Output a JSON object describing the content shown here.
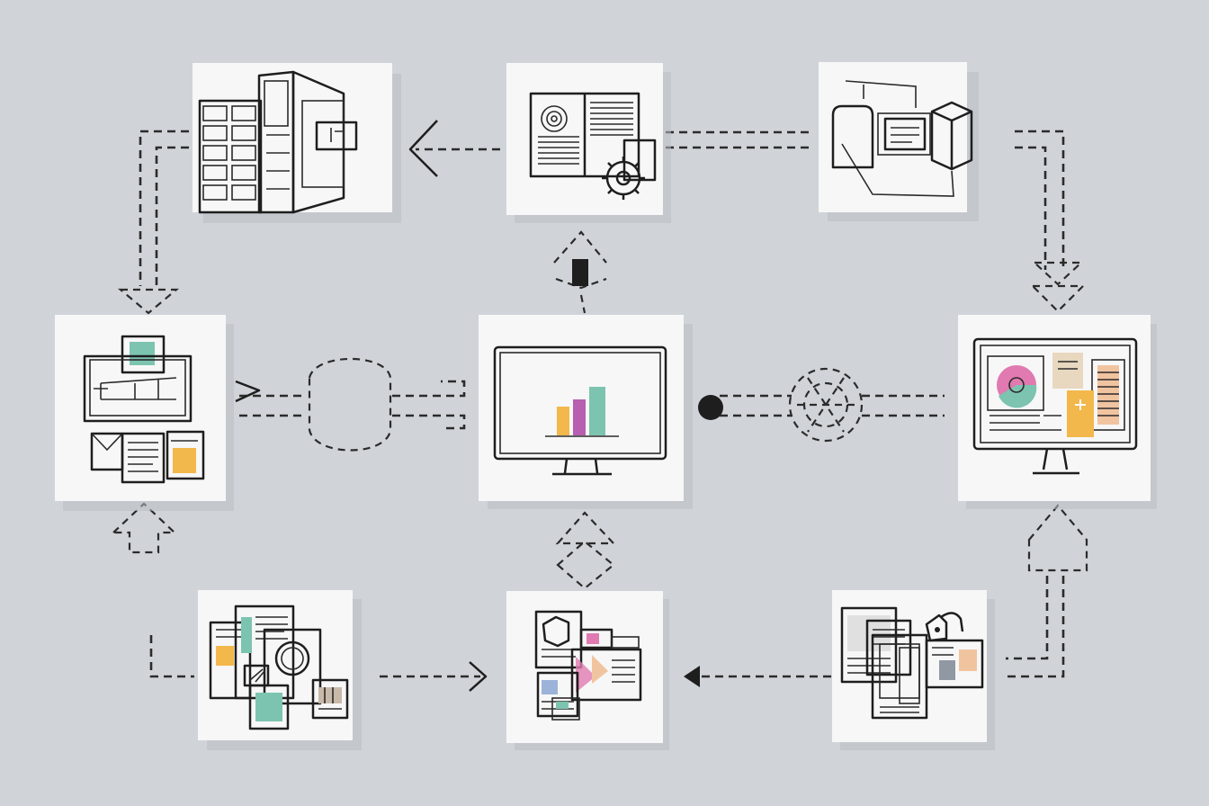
{
  "colors": {
    "background": "#d0d4d9",
    "card": "#f7f7f7",
    "accent_yellow": "#f2b84b",
    "accent_purple": "#b75fb0",
    "accent_teal": "#7cc4b0",
    "accent_blue": "#9bb3d9",
    "accent_pink": "#e07ab0",
    "accent_gray": "#8f98a3",
    "line": "#1e1e1e"
  },
  "nodes": [
    {
      "id": "filing-cabinet",
      "icon": "filing-cabinet-icon"
    },
    {
      "id": "document-gear",
      "icon": "document-gear-icon"
    },
    {
      "id": "data-storage",
      "icon": "database-archive-icon"
    },
    {
      "id": "blueprint-documents",
      "icon": "blueprint-documents-icon"
    },
    {
      "id": "central-monitor",
      "icon": "monitor-bar-chart-icon"
    },
    {
      "id": "dashboard-monitor",
      "icon": "monitor-dashboard-icon"
    },
    {
      "id": "document-collection",
      "icon": "document-collection-icon"
    },
    {
      "id": "reports-collage",
      "icon": "reports-collage-icon"
    },
    {
      "id": "secured-files",
      "icon": "secured-files-icon"
    }
  ],
  "connectors": [
    {
      "from": "document-gear",
      "to": "filing-cabinet",
      "style": "dashed-arrow"
    },
    {
      "from": "data-storage",
      "to": "document-gear",
      "style": "dashed"
    },
    {
      "from": "filing-cabinet",
      "to": "blueprint-documents",
      "style": "dashed-arrow"
    },
    {
      "from": "data-storage",
      "to": "dashboard-monitor",
      "style": "dashed-arrow"
    },
    {
      "from": "central-monitor",
      "to": "document-gear",
      "style": "arrow"
    },
    {
      "from": "blueprint-documents",
      "to": "central-monitor",
      "style": "dashed-cycle"
    },
    {
      "from": "dashboard-monitor",
      "to": "central-monitor",
      "style": "dashed-gear"
    },
    {
      "from": "document-collection",
      "to": "blueprint-documents",
      "style": "dashed-arrow"
    },
    {
      "from": "reports-collage",
      "to": "central-monitor",
      "style": "dashed-double-arrow"
    },
    {
      "from": "document-collection",
      "to": "reports-collage",
      "style": "dashed-arrow"
    },
    {
      "from": "secured-files",
      "to": "reports-collage",
      "style": "dashed-arrow"
    },
    {
      "from": "secured-files",
      "to": "dashboard-monitor",
      "style": "dashed-arrow"
    }
  ]
}
